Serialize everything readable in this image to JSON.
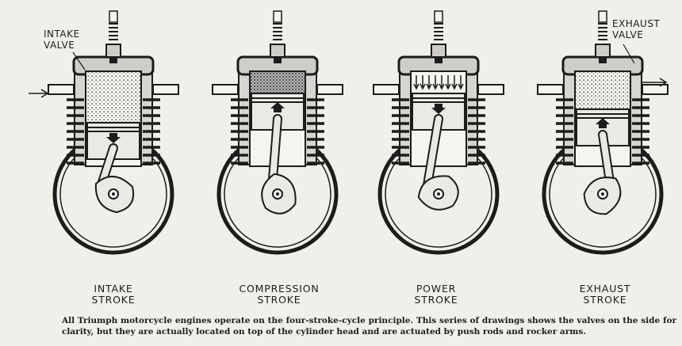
{
  "callouts": {
    "intake_valve": "INTAKE\nVALVE",
    "exhaust_valve": "EXHAUST\nVALVE"
  },
  "strokes": [
    {
      "id": "intake",
      "label_1": "INTAKE",
      "label_2": "STROKE"
    },
    {
      "id": "compression",
      "label_1": "COMPRESSION",
      "label_2": "STROKE"
    },
    {
      "id": "power",
      "label_1": "POWER",
      "label_2": "STROKE"
    },
    {
      "id": "exhaust",
      "label_1": "EXHAUST",
      "label_2": "STROKE"
    }
  ],
  "caption": "All Triumph motorcycle engines operate on the four-stroke-cycle principle. This series of drawings shows the valves on the side for clarity, but they are actually located on top of the cylinder head and are actuated by push rods and rocker arms.",
  "colors": {
    "ink": "#1c1c1c",
    "paper": "#f1efe9",
    "mixture": "#8a8a8a"
  }
}
